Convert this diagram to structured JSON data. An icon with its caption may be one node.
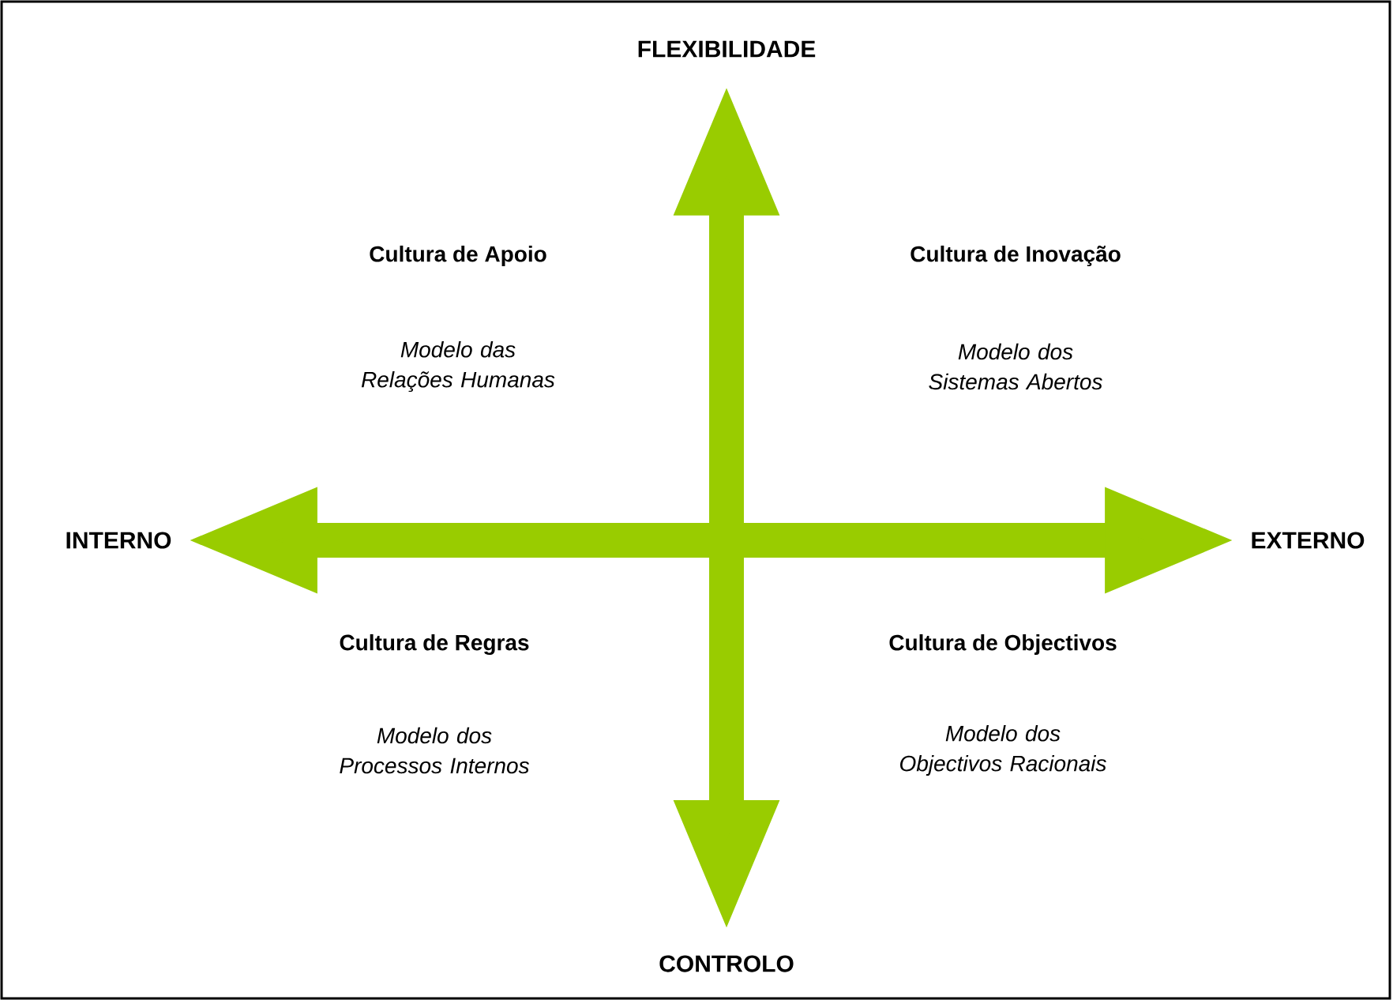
{
  "diagram": {
    "nodes": [
      {
        "text": [
          "FLEXIBILIDADE"
        ]
      },
      {
        "text": [
          "INTERNO"
        ]
      },
      {
        "text": [
          "EXTERNO"
        ]
      },
      {
        "text": [
          "CONTROLO"
        ]
      }
    ],
    "edges": [
      {
        "from": 0,
        "to": 3,
        "arrow": "both"
      },
      {
        "from": 1,
        "to": 2,
        "arrow": "both"
      }
    ],
    "labels": [
      "Cultura de Apoio",
      "Modelo das Relações Humanas",
      "Cultura de Inovação",
      "Modelo dos Sistemas Abertos",
      "Cultura de Regras",
      "Modelo dos Processos Internos",
      "Cultura de Objectivos",
      "Modelo dos Objectivos Racionais"
    ]
  }
}
